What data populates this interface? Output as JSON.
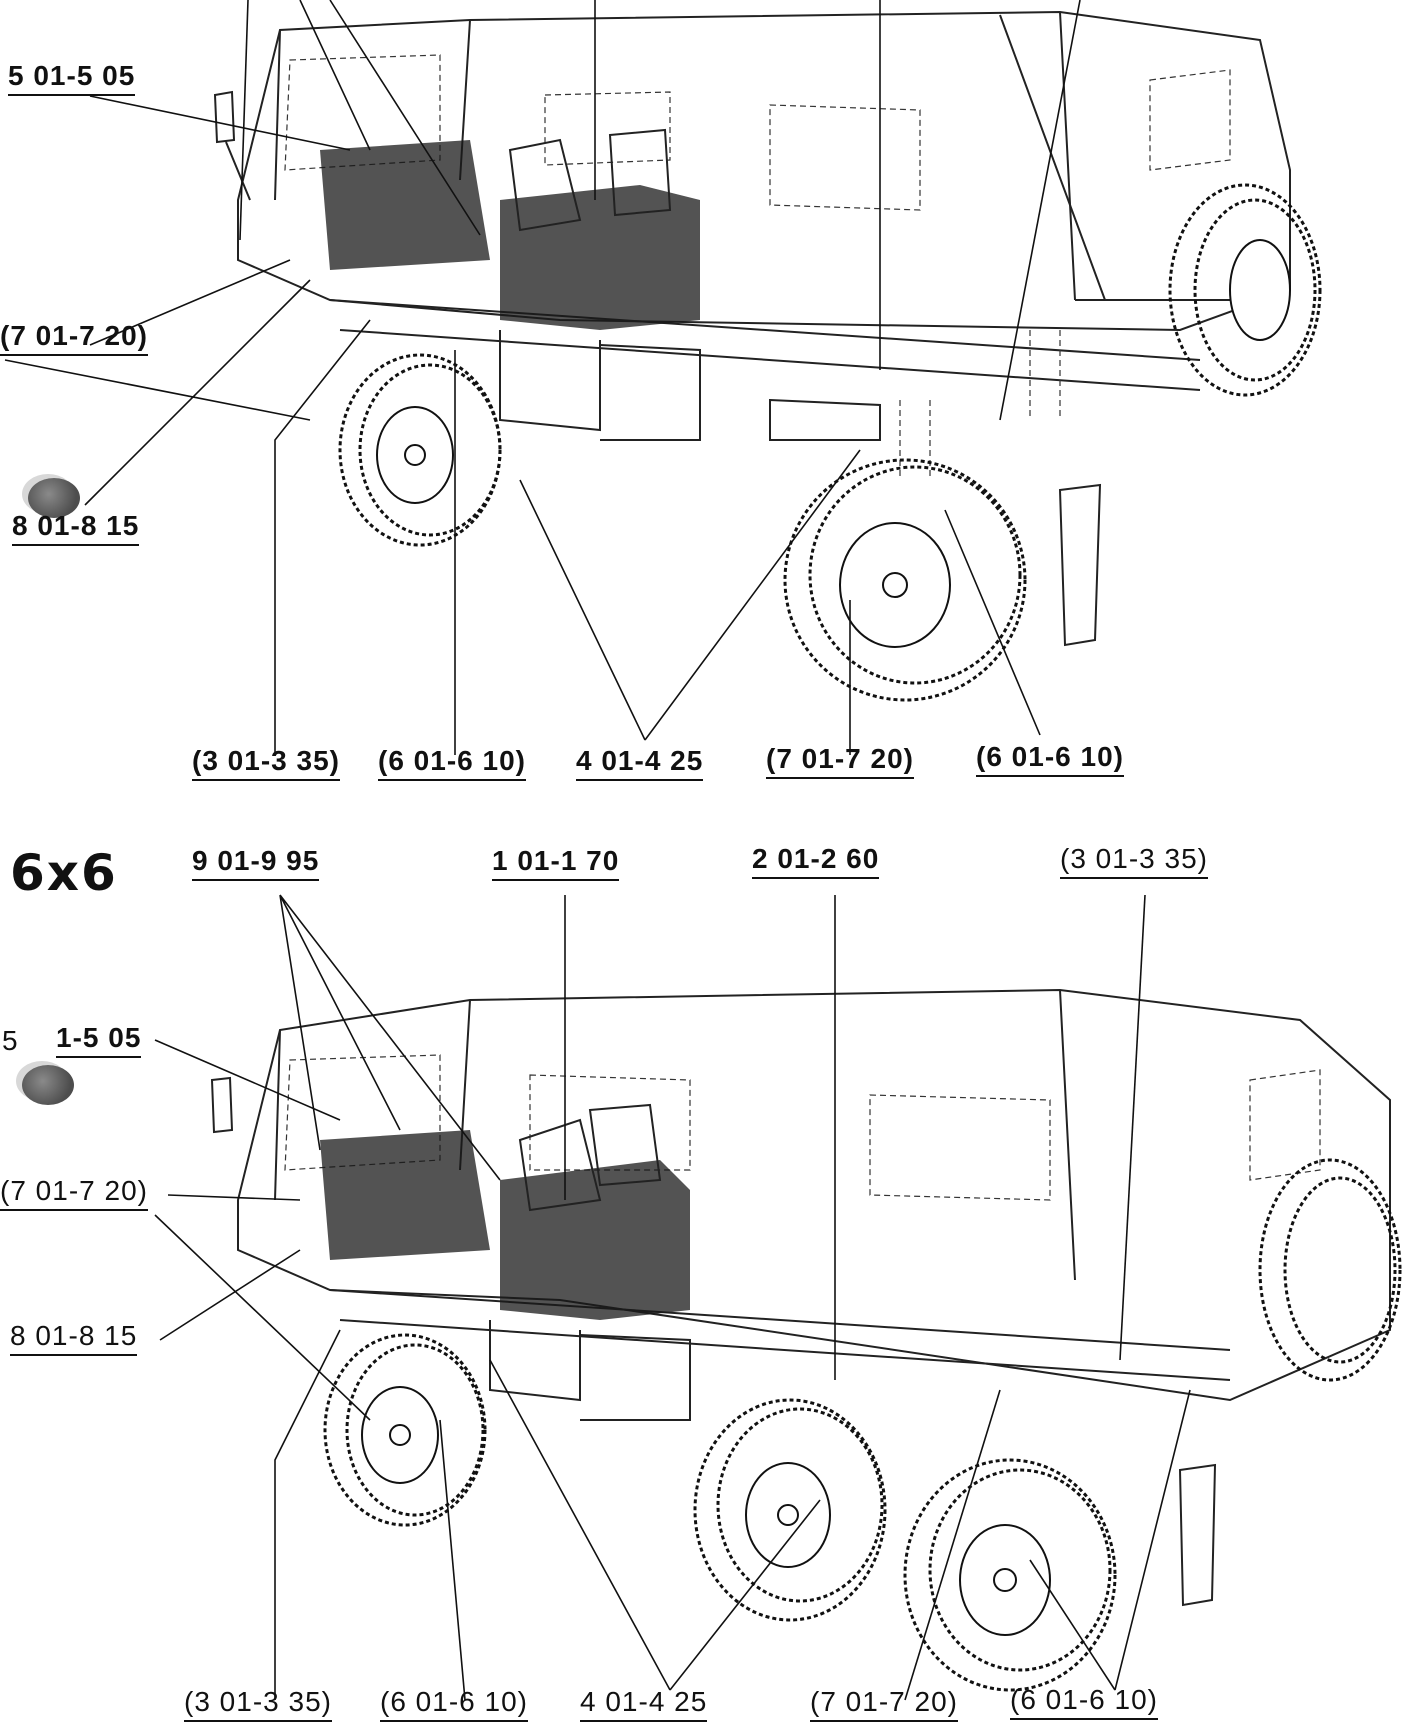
{
  "top": {
    "labels": {
      "l_501_505": "5 01-5 05",
      "l_701_720": "(7 01-7 20)",
      "l_801_815": "8 01-8 15",
      "l_301_335": "(3 01-3 35)",
      "l_601_610_a": "(6 01-6 10)",
      "l_401_425": "4 01-4 25",
      "l_701_720_b": "(7 01-7 20)",
      "l_601_610_b": "(6 01-6 10)"
    }
  },
  "bottom": {
    "title": "6x6",
    "labels": {
      "l_901_995": "9 01-9 95",
      "l_101_170": "1 01-1 70",
      "l_201_260": "2 01-2 60",
      "l_301_335_top": "(3 01-3 35)",
      "l_501_505_partial": "1-5 05",
      "l_5_partial": "5",
      "l_701_720": "(7 01-7 20)",
      "l_801_815": "8 01-8 15",
      "l_301_335": "(3 01-3 35)",
      "l_601_610_a": "(6 01-6 10)",
      "l_401_425": "4 01-4 25",
      "l_701_720_b": "(7 01-7 20)",
      "l_601_610_b": "(6 01-6 10)"
    }
  }
}
